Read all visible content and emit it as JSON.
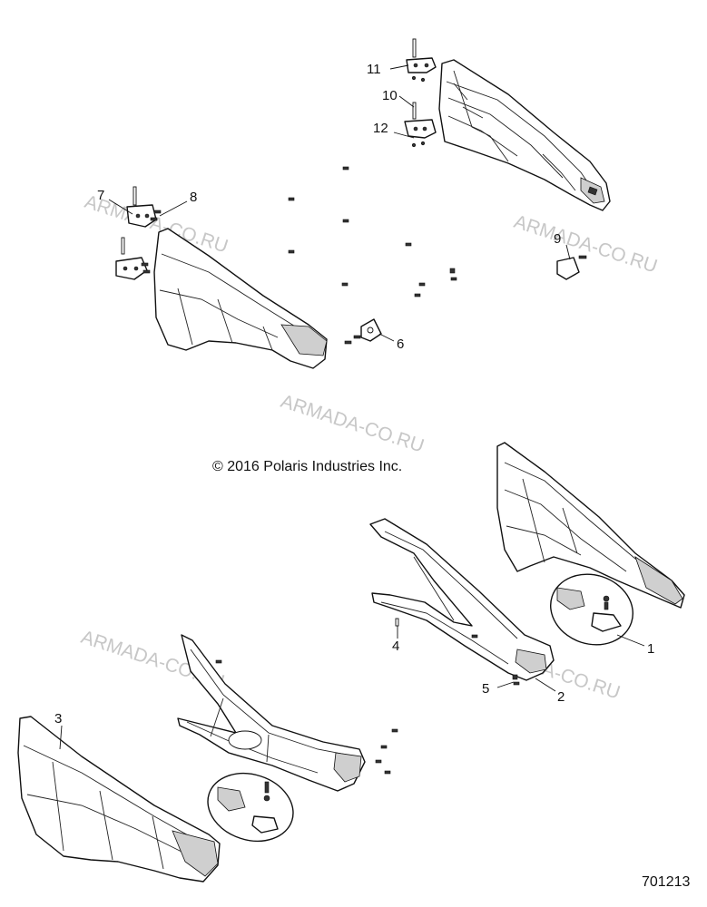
{
  "copyright": "© 2016 Polaris Industries Inc.",
  "document_number": "701213",
  "watermark": "ARMADA-CO.RU",
  "callouts": [
    "1",
    "2",
    "3",
    "4",
    "5",
    "6",
    "7",
    "8",
    "9",
    "10",
    "11",
    "12"
  ]
}
